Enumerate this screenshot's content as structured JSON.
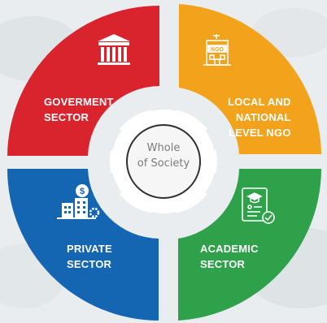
{
  "center": {
    "text": "Whole\nof Society"
  },
  "quadrants": {
    "government": {
      "label": "GOVERMENT\nSECTOR",
      "color": "#d9232d",
      "icon": "government-building-icon"
    },
    "ngo": {
      "label": "LOCAL AND\nNATIONAL\nLEVEL NGO",
      "color": "#f3a21b",
      "icon": "ngo-building-icon",
      "icon_text": "NGO"
    },
    "private": {
      "label": "PRIVATE\nSECTOR",
      "color": "#1466b3",
      "icon": "private-company-icon",
      "icon_text": "$"
    },
    "academic": {
      "label": "ACADEMIC\nSECTOR",
      "color": "#2ea14a",
      "icon": "academic-certificate-icon"
    }
  }
}
